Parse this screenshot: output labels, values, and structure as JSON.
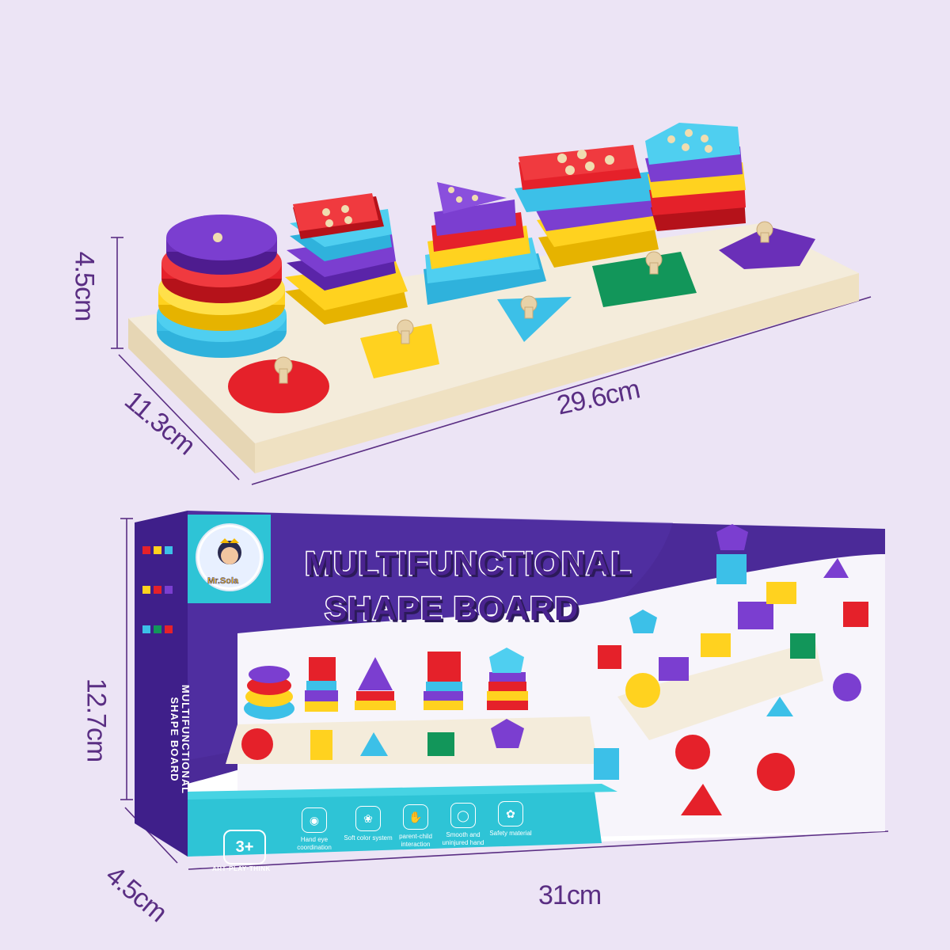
{
  "dimensions": {
    "board_height": "4.5cm",
    "board_depth": "11.3cm",
    "board_width": "29.6cm",
    "box_height": "12.7cm",
    "box_depth": "4.5cm",
    "box_width": "31cm"
  },
  "box": {
    "title_line1": "MULTIFUNCTIONAL",
    "title_line2": "SHAPE BOARD",
    "side_line1": "MULTIFUNCTIONAL",
    "side_line2": "SHAPE BOARD",
    "brand": "Mr.Sola",
    "age": "3+",
    "age_tagline": "ART·PLAY·THINK",
    "features": [
      {
        "icon": "eye-icon",
        "label": "Hand eye coordination"
      },
      {
        "icon": "palette-icon",
        "label": "Soft color system"
      },
      {
        "icon": "hands-icon",
        "label": "parent-child interaction"
      },
      {
        "icon": "circle-icon",
        "label": "Smooth and uninjured hand"
      },
      {
        "icon": "leaf-icon",
        "label": "Safety material"
      }
    ]
  },
  "colors": {
    "background": "#ece4f5",
    "dimension_text": "#5a2e83",
    "box_purple": "#4b2a98",
    "box_cyan": "#2ec4d6",
    "board_wood": "#f3ead8",
    "red": "#e5212a",
    "yellow": "#ffd21f",
    "blue": "#3cc0e8",
    "purple": "#6a2fb8",
    "green": "#12965a"
  }
}
